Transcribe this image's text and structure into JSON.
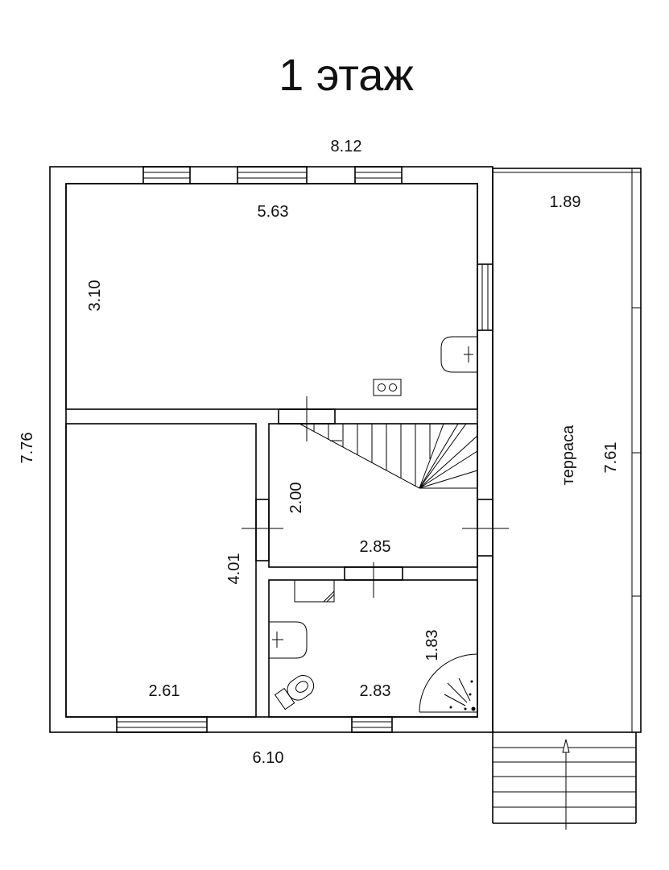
{
  "title": "1 этаж",
  "dimensions": {
    "overall_width": "8.12",
    "overall_height": "7.76",
    "bottom_width": "6.10",
    "terrace_width": "1.89",
    "terrace_length": "7.61",
    "room1_width": "5.63",
    "room1_depth": "3.10",
    "hall_depth": "2.00",
    "hall_width": "2.85",
    "room2_depth": "4.01",
    "room2_width": "2.61",
    "bath_depth": "1.83",
    "bath_width": "2.83"
  },
  "labels": {
    "terrace": "терраса"
  },
  "icons": {
    "stove": "stove-icon",
    "sink": "sink-icon",
    "toilet": "toilet-icon",
    "shower": "shower-icon",
    "stairs": "stairs-icon",
    "entry_arrow": "arrow-up-icon"
  }
}
